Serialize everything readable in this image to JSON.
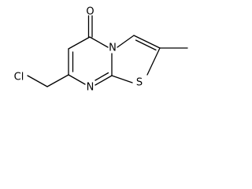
{
  "molecule": {
    "atoms": {
      "oxygen": "O",
      "ring_nitrogen_top": "N",
      "ring_nitrogen_bottom": "N",
      "sulfur": "S",
      "chlorine": "Cl"
    }
  }
}
